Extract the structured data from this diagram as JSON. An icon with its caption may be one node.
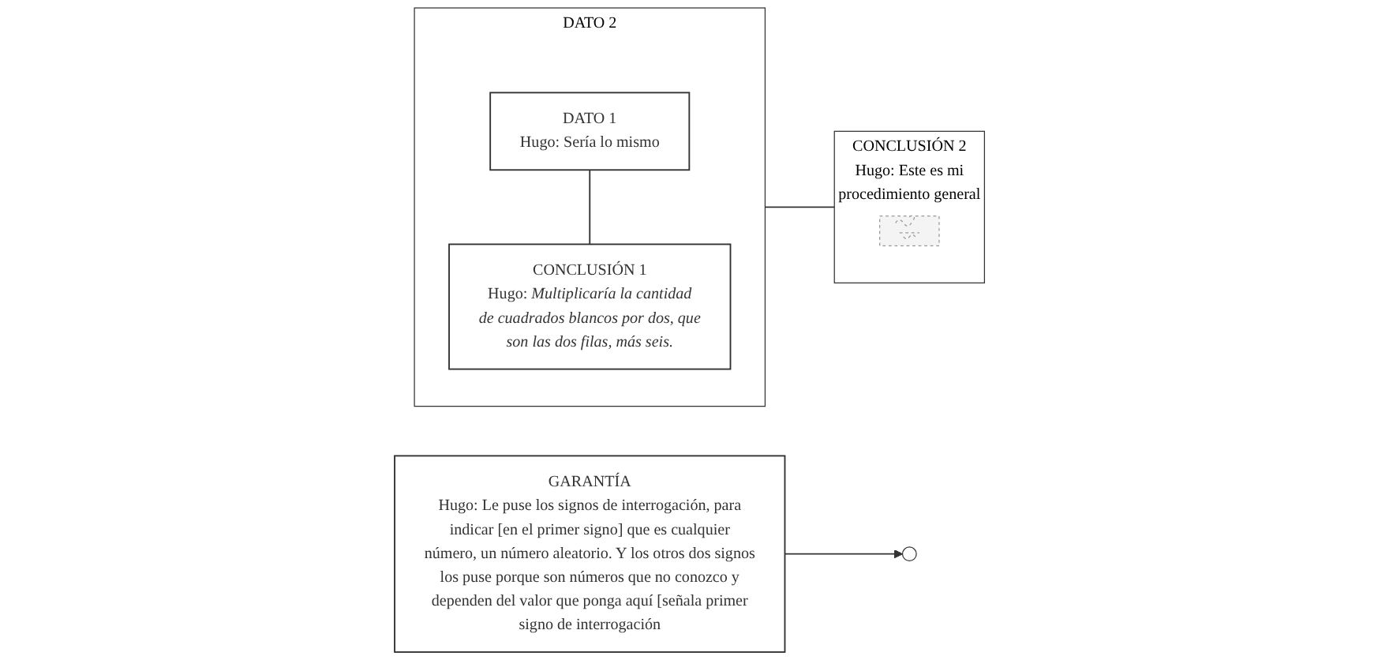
{
  "diagram": {
    "nodes": [
      {
        "text": [
          "DATO 2"
        ]
      },
      {
        "text": [
          "DATO 1",
          "Hugo: Sería lo mismo"
        ],
        "in": 0
      },
      {
        "text": [
          "CONCLUSIÓN 1",
          "Hugo: *Multiplicaría la cantidad de cuadrados blancos por dos, que son las dos filas, más seis.*"
        ],
        "in": 0
      },
      {
        "text": [
          "CONCLUSIÓN 2",
          "Hugo: Este es mi procedimiento general"
        ]
      },
      {
        "text": [],
        "shape": "picture",
        "in": 3
      },
      {
        "text": [
          "GARANTÍA",
          "Hugo: Le puse los signos de interrogación, para indicar [en el primer signo] que es cualquier número, un número aleatorio. Y los otros dos signos los puse porque son números que no conozco y dependen del valor que ponga aquí [señala primer signo de interrogación"
        ]
      }
    ],
    "edges": [
      {
        "from": 1,
        "to": 2,
        "arrow": "none"
      },
      {
        "from": 0,
        "to": 3,
        "arrow": "none"
      },
      {
        "from": 5,
        "to": null,
        "arrow": "to"
      }
    ]
  }
}
